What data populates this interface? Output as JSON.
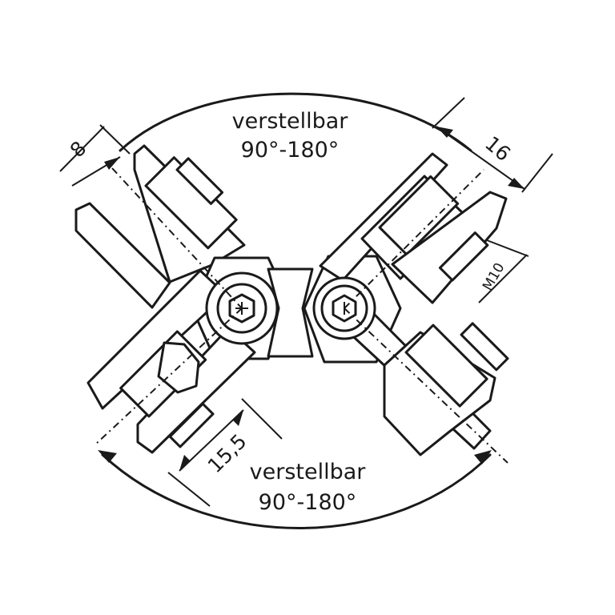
{
  "diagram": {
    "top_label": {
      "line1": "verstellbar",
      "line2": "90°-180°"
    },
    "bottom_label": {
      "line1": "verstellbar",
      "line2": "90°-180°"
    },
    "dimensions": {
      "left_width": "8",
      "right_width": "16",
      "screw": "M10",
      "bottom_length": "15,5"
    }
  }
}
